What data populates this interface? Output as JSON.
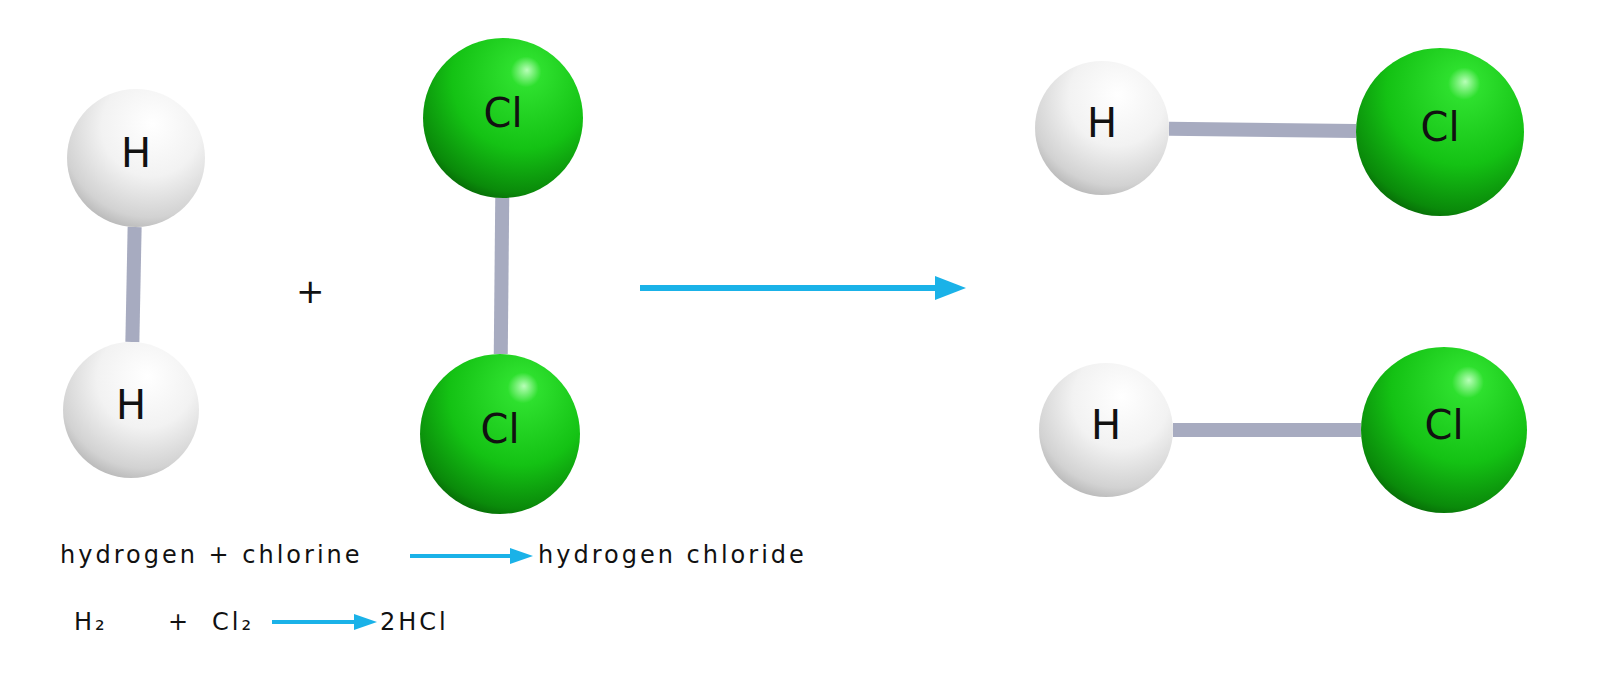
{
  "diagram": {
    "nodes": [
      {
        "text": [
          "H"
        ]
      },
      {
        "text": [
          "H"
        ]
      },
      {
        "text": [
          "Cl"
        ]
      },
      {
        "text": [
          "Cl"
        ]
      },
      {
        "text": [
          "H"
        ]
      },
      {
        "text": [
          "Cl"
        ]
      },
      {
        "text": [
          "H"
        ]
      },
      {
        "text": [
          "Cl"
        ]
      }
    ],
    "edges": [
      {
        "from": 0,
        "to": 1,
        "arrow": "none"
      },
      {
        "from": 2,
        "to": 3,
        "arrow": "none"
      },
      {
        "from": 4,
        "to": 5,
        "arrow": "none"
      },
      {
        "from": 6,
        "to": 7,
        "arrow": "none"
      }
    ],
    "labels": [
      "+",
      "hydrogen + chlorine",
      "hydrogen chloride",
      "H₂",
      "+",
      "Cl₂",
      "2HCl"
    ]
  }
}
